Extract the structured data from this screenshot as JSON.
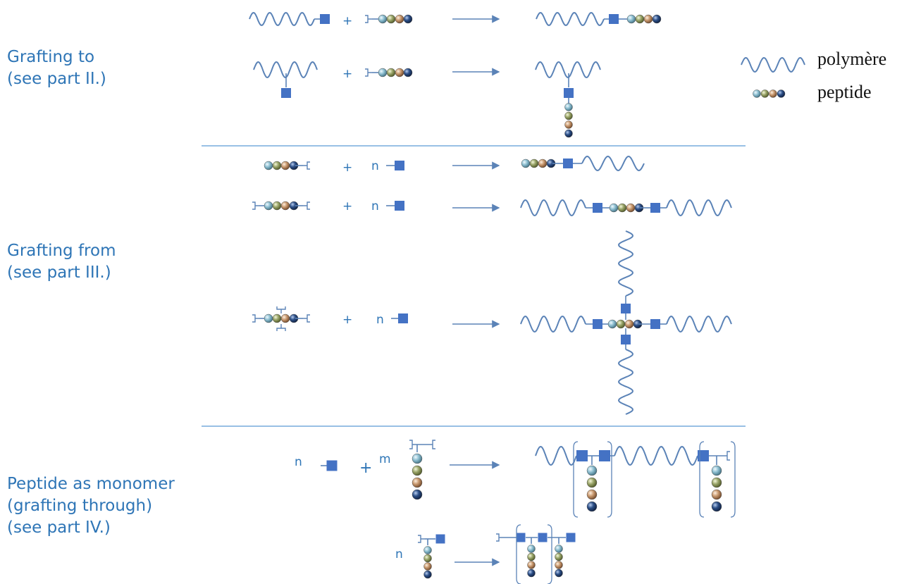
{
  "sections": [
    {
      "id": "grafting-to",
      "lines": [
        "Grafting to",
        "(see part II.)"
      ]
    },
    {
      "id": "grafting-from",
      "lines": [
        "Grafting from",
        "(see part III.)"
      ]
    },
    {
      "id": "grafting-through",
      "lines": [
        "Peptide as monomer",
        "(grafting through)",
        "(see part IV.)"
      ]
    }
  ],
  "legend": {
    "polymer": "polymère",
    "peptide": "peptide"
  },
  "symbols": {
    "plus": "+",
    "n": "n",
    "m": "m"
  },
  "colors": {
    "accent": "#2e75b6",
    "wave": "#5b83b7",
    "block": "#4472c4",
    "bead_1": "#8fc0d2",
    "bead_2": "#9ba66a",
    "bead_3": "#c99a70",
    "bead_4": "#2c4f87"
  },
  "icons": [
    "polymer-wave-icon",
    "peptide-beads-icon",
    "monomer-block-icon",
    "reaction-arrow-icon",
    "repeat-bracket-icon"
  ]
}
